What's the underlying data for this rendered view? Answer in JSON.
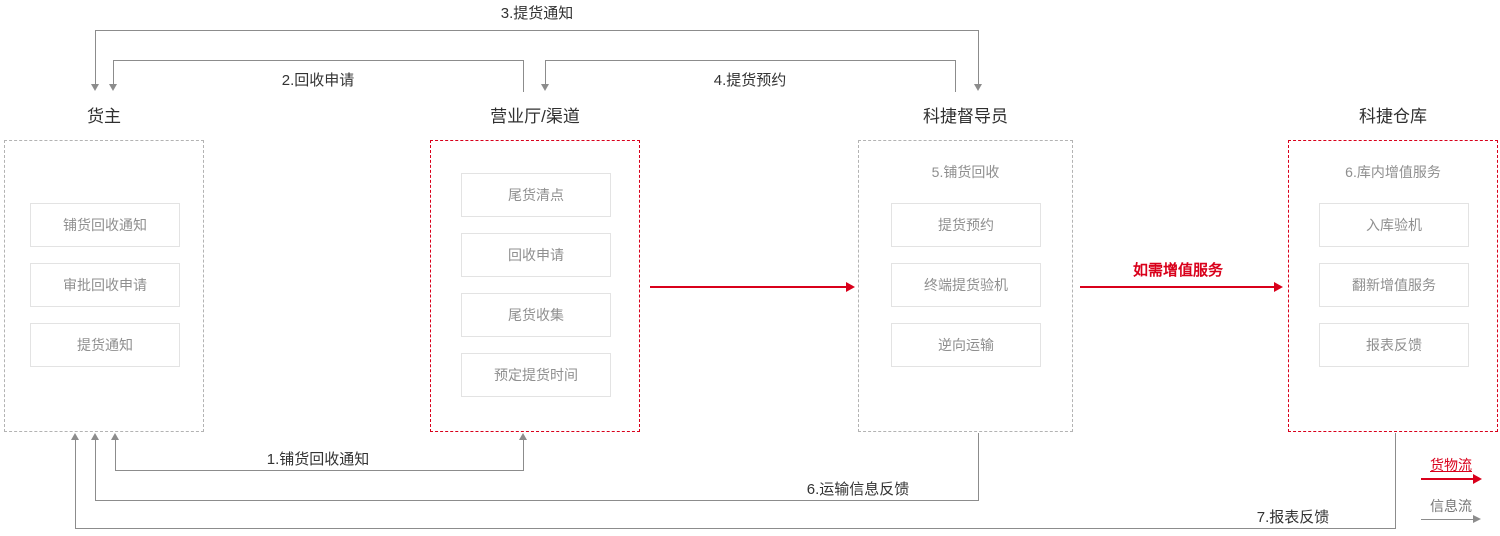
{
  "columns": [
    {
      "title": "货主",
      "items": [
        "铺货回收通知",
        "审批回收申请",
        "提货通知"
      ]
    },
    {
      "title": "营业厅/渠道",
      "items": [
        "尾货清点",
        "回收申请",
        "尾货收集",
        "预定提货时间"
      ]
    },
    {
      "title": "科捷督导员",
      "subtitle": "5.铺货回收",
      "items": [
        "提货预约",
        "终端提货验机",
        "逆向运输"
      ]
    },
    {
      "title": "科捷仓库",
      "subtitle": "6.库内增值服务",
      "items": [
        "入库验机",
        "翻新增值服务",
        "报表反馈"
      ]
    }
  ],
  "flows": {
    "flow1": "1.铺货回收通知",
    "flow2": "2.回收申请",
    "flow3": "3.提货通知",
    "flow4": "4.提货预约",
    "flow6": "6.运输信息反馈",
    "flow7": "7.报表反馈",
    "value_added_note": "如需增值服务"
  },
  "legend": {
    "goods_flow": "货物流",
    "info_flow": "信息流"
  },
  "colors": {
    "accent_red": "#d9001b",
    "line_gray": "#8c8c8c",
    "text_dark": "#333333",
    "text_muted": "#8f8f8f"
  }
}
